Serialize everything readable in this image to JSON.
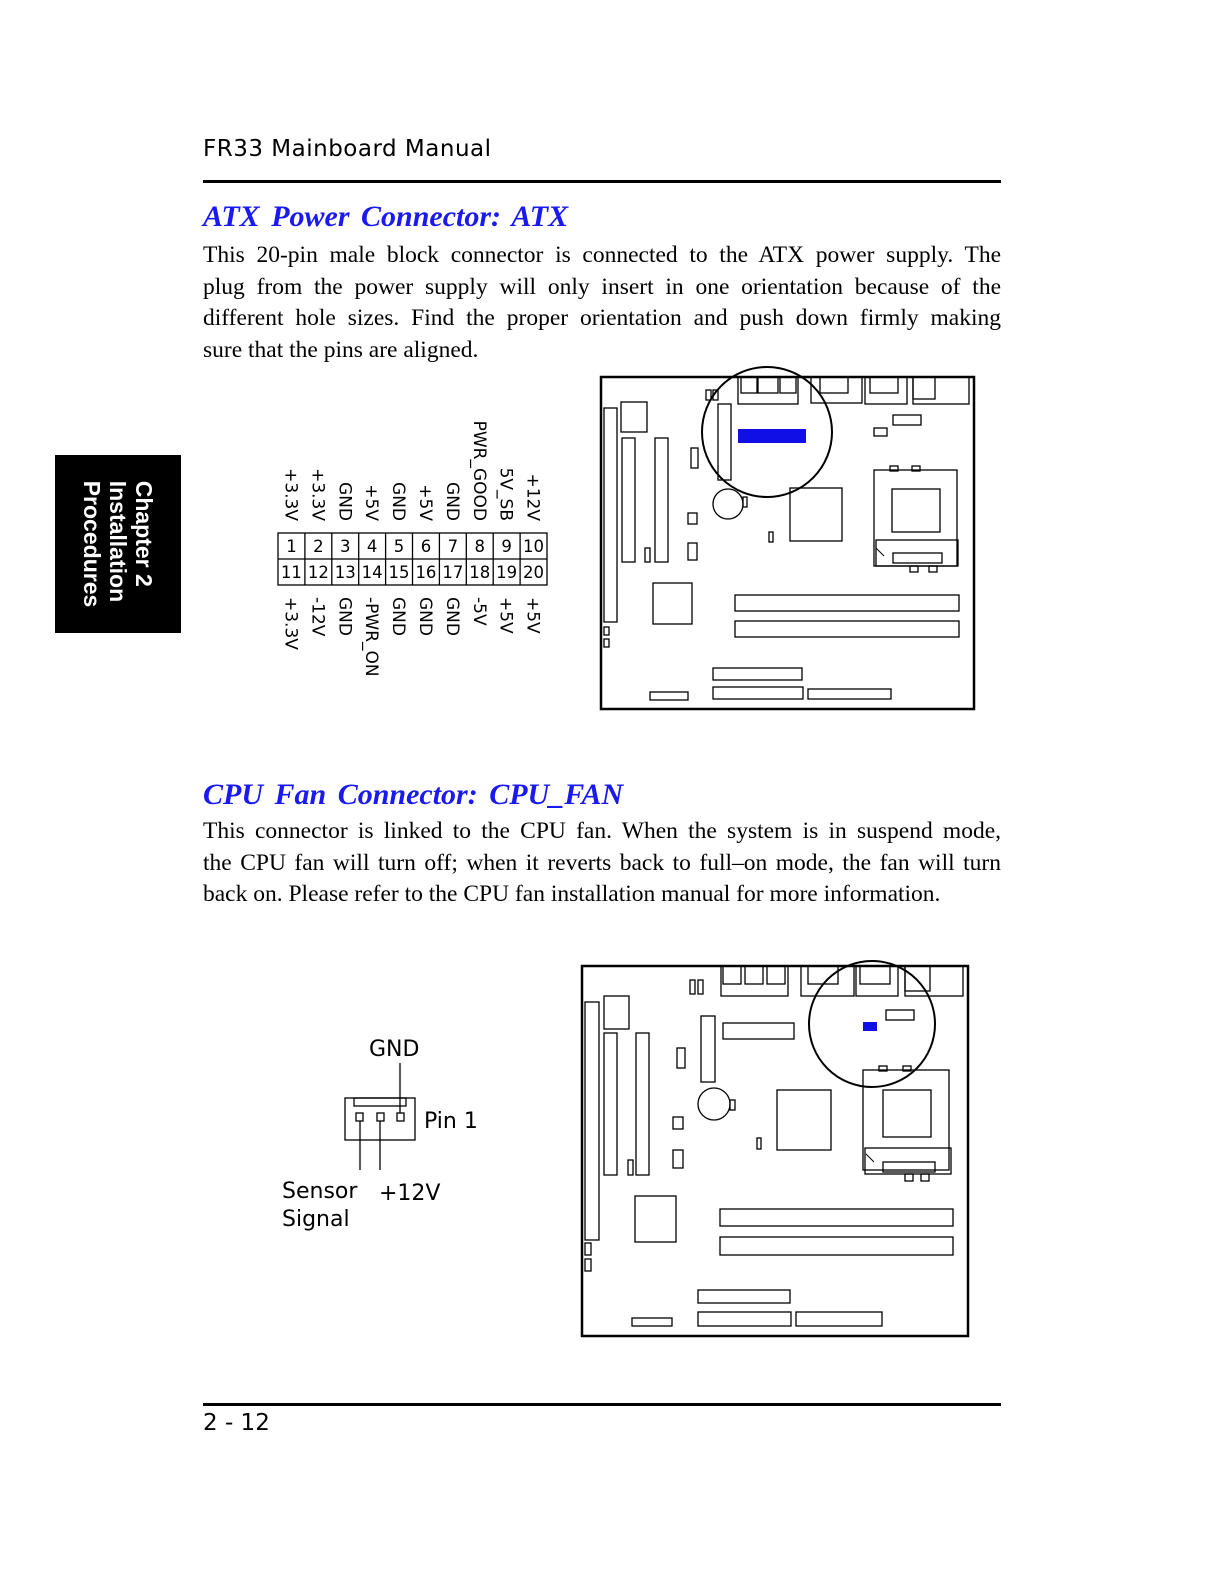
{
  "header": {
    "title": "FR33 Mainboard Manual"
  },
  "footer": {
    "page_number": "2 - 12"
  },
  "side_tab": {
    "line1": "Chapter 2",
    "line2": "Installation",
    "line3": "Procedures"
  },
  "colors": {
    "title_blue": "#1a1af0",
    "highlight_blue": "#1010e6"
  },
  "atx": {
    "title": "ATX Power Connector: ATX",
    "paragraph_lines": [
      "This 20-pin male block connector is connected to the ATX power supply. The",
      "plug from the power supply will only insert in one orientation because of the",
      "different hole sizes. Find the proper orientation and push down firmly making",
      "sure that the pins are aligned."
    ],
    "top_labels": [
      "+3.3V",
      "+3.3V",
      "GND",
      "+5V",
      "GND",
      "+5V",
      "GND",
      "PWR_GOOD",
      "5V_SB",
      "+12V"
    ],
    "top_pins": [
      "1",
      "2",
      "3",
      "4",
      "5",
      "6",
      "7",
      "8",
      "9",
      "10"
    ],
    "bottom_pins": [
      "11",
      "12",
      "13",
      "14",
      "15",
      "16",
      "17",
      "18",
      "19",
      "20"
    ],
    "bottom_labels": [
      "+3.3V",
      "-12V",
      "GND",
      "-PWR_ON",
      "GND",
      "GND",
      "GND",
      "-5V",
      "+5V",
      "+5V"
    ]
  },
  "cpu_fan": {
    "title": "CPU Fan Connector: CPU_FAN",
    "paragraph_lines": [
      "This connector is linked to the CPU fan. When the system is in suspend mode,",
      "the CPU fan will turn off; when it reverts back to full–on mode, the fan will turn",
      "back on. Please refer to the CPU fan installation manual for more information."
    ],
    "label_gnd": "GND",
    "label_pin1": "Pin 1",
    "label_sensor": "Sensor",
    "label_signal": "Signal",
    "label_12v": "+12V"
  }
}
